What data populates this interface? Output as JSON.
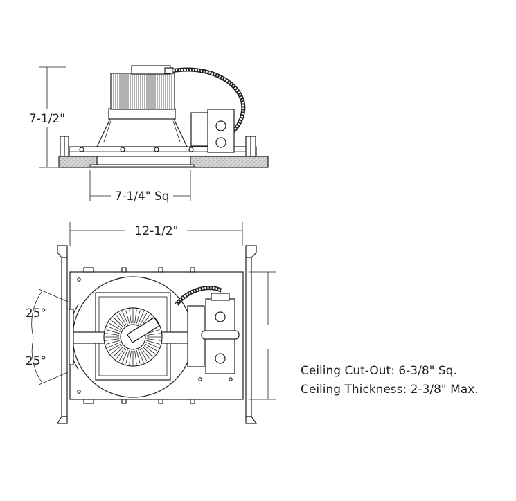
{
  "dimensions": {
    "height": "7-1/2\"",
    "trim_width": "7-1/4\" Sq",
    "frame_width": "12-1/2\"",
    "angle_upper": "25°",
    "angle_lower": "25°"
  },
  "specs": {
    "ceiling_cutout": "Ceiling Cut-Out: 6-3/8\" Sq.",
    "ceiling_thickness": "Ceiling Thickness: 2-3/8\" Max."
  }
}
